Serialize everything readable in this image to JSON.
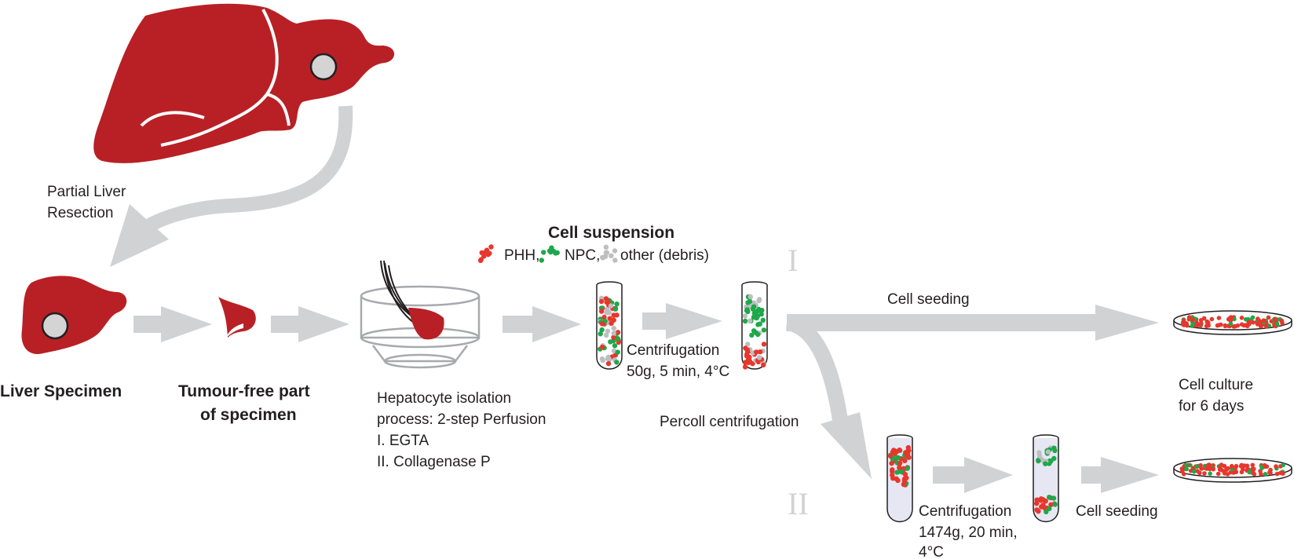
{
  "labels": {
    "partial_resection_line1": "Partial Liver",
    "partial_resection_line2": "Resection",
    "liver_specimen": "Liver Specimen",
    "tumour_free_line1": "Tumour-free part",
    "tumour_free_line2": "of specimen",
    "isolation_line1": "Hepatocyte isolation",
    "isolation_line2": "process: 2-step Perfusion",
    "isolation_step1": "I.  EGTA",
    "isolation_step2": "II. Collagenase P",
    "cell_suspension": "Cell suspension",
    "legend_phh": "PHH,",
    "legend_npc": "NPC,",
    "legend_other": "other (debris)",
    "centrifugation1_line1": "Centrifugation",
    "centrifugation1_line2": "50g, 5 min, 4°C",
    "path_one": "I",
    "path_two": "II",
    "cell_seeding_top": "Cell seeding",
    "percoll": "Percoll centrifugation",
    "cell_culture_line1": "Cell culture",
    "cell_culture_line2": "for 6 days",
    "centrifugation2_line1": "Centrifugation",
    "centrifugation2_line2": "1474g, 20 min,",
    "centrifugation2_line3": "4°C",
    "cell_seeding_bottom": "Cell seeding"
  },
  "colors": {
    "liver": "#b82025",
    "arrow": "#d1d2d4",
    "phh": "#e8362d",
    "npc": "#1da84a",
    "debris": "#bcbec0",
    "outline": "#231f20"
  }
}
